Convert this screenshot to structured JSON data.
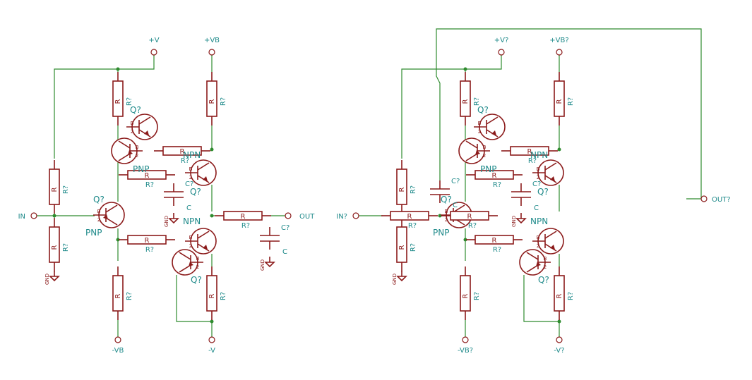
{
  "circuits": [
    {
      "id": "left",
      "power": [
        "+V",
        "+VB",
        "-VB",
        "-V"
      ],
      "ports": {
        "in": "IN",
        "out": "OUT"
      },
      "resistor_ref": "R?",
      "resistor_value": "R",
      "cap_ref": "C?",
      "cap_value": "C",
      "q_ref": "Q?",
      "types": {
        "pnp": "PNP",
        "npn": "NPN"
      }
    },
    {
      "id": "right",
      "power": [
        "+V?",
        "+VB?",
        "-VB?",
        "-V?"
      ],
      "ports": {
        "in": "IN?",
        "out": "OUT?"
      },
      "resistor_ref": "R?",
      "resistor_value": "R",
      "cap_ref": "C?",
      "cap_value": "C",
      "q_ref": "Q?",
      "types": {
        "pnp": "PNP",
        "npn": "NPN"
      }
    }
  ],
  "gnd": "GND",
  "pins": {
    "b": "B",
    "c": "C",
    "e": "E",
    "one": "1",
    "two": "2",
    "three": "3"
  }
}
